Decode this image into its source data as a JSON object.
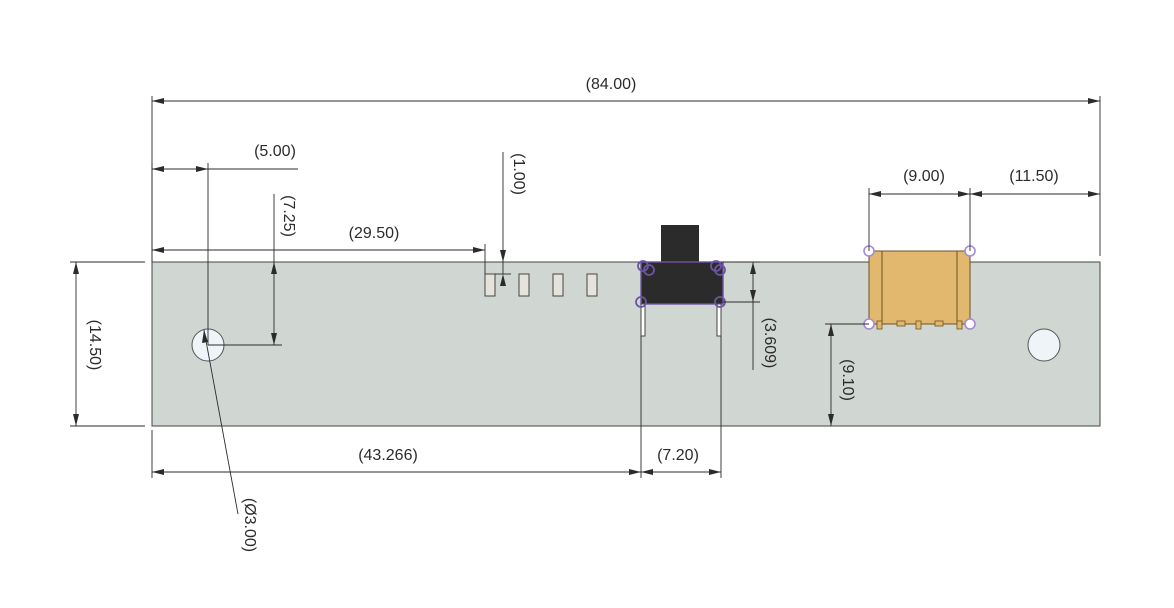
{
  "colors": {
    "board": "#d0d7d2",
    "board_edge": "#444444",
    "button_body": "#2b2b2b",
    "button_outline": "#6b55a3",
    "connector_body": "#e2b86e",
    "connector_dark": "#b78a3a",
    "led_pad": "#e6e3dc",
    "mounting_hole": "#eef4f8",
    "highlight_circle": "#a58ad8"
  },
  "dimensions": {
    "overall_length": "(84.00)",
    "hole_x_offset": "(5.00)",
    "hole_y_offset": "(7.25)",
    "led_x_offset": "(29.50)",
    "led_y_offset": "(1.00)",
    "board_height": "(14.50)",
    "hole_diameter": "(Ø3.00)",
    "button_x_offset": "(43.266)",
    "button_width": "(7.20)",
    "button_height": "(3.609)",
    "connector_width": "(9.00)",
    "connector_right_offset": "(11.50)",
    "connector_y_offset": "(9.10)"
  }
}
